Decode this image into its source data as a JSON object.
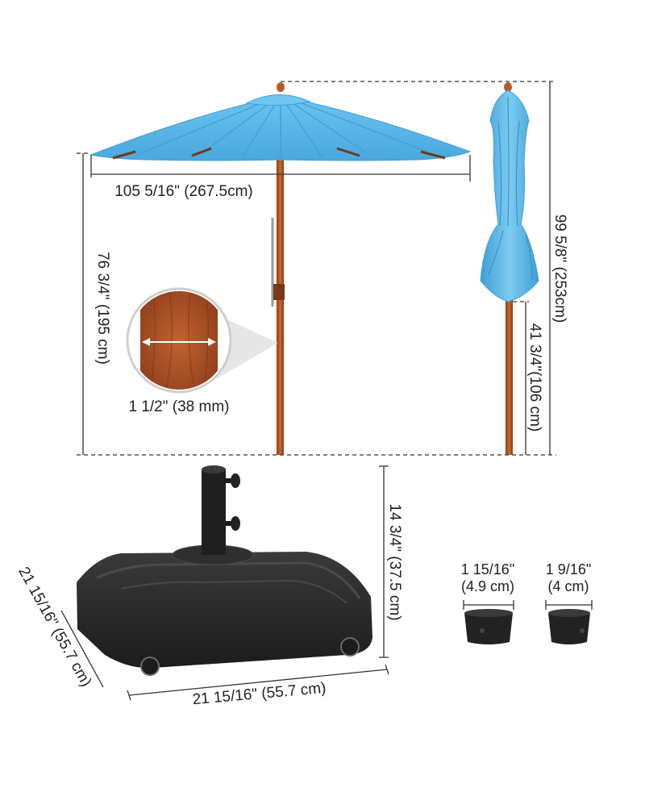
{
  "dimensions": {
    "canopy_width": "105 5/16\" (267.5cm)",
    "open_height_to_canopy": "76 3/4\" (195 cm)",
    "pole_diameter": "1 1/2\" (38 mm)",
    "total_height": "99 5/8\" (253cm)",
    "closed_lower_height": "41 3/4\"(106 cm)",
    "base_height": "14 3/4\" (37.5 cm)",
    "base_depth": "21 15/16\" (55.7 cm)",
    "base_width": "21 15/16\" (55.7 cm)",
    "adapter_large_in": "1 15/16\"",
    "adapter_large_cm": "(4.9 cm)",
    "adapter_small_in": "1 9/16\"",
    "adapter_small_cm": "(4 cm)"
  },
  "colors": {
    "canopy": "#56b6e8",
    "canopy_dark": "#3f9fd4",
    "pole_wood": "#b45a2a",
    "base": "#2a2a2a",
    "dimension_line": "#333333"
  }
}
